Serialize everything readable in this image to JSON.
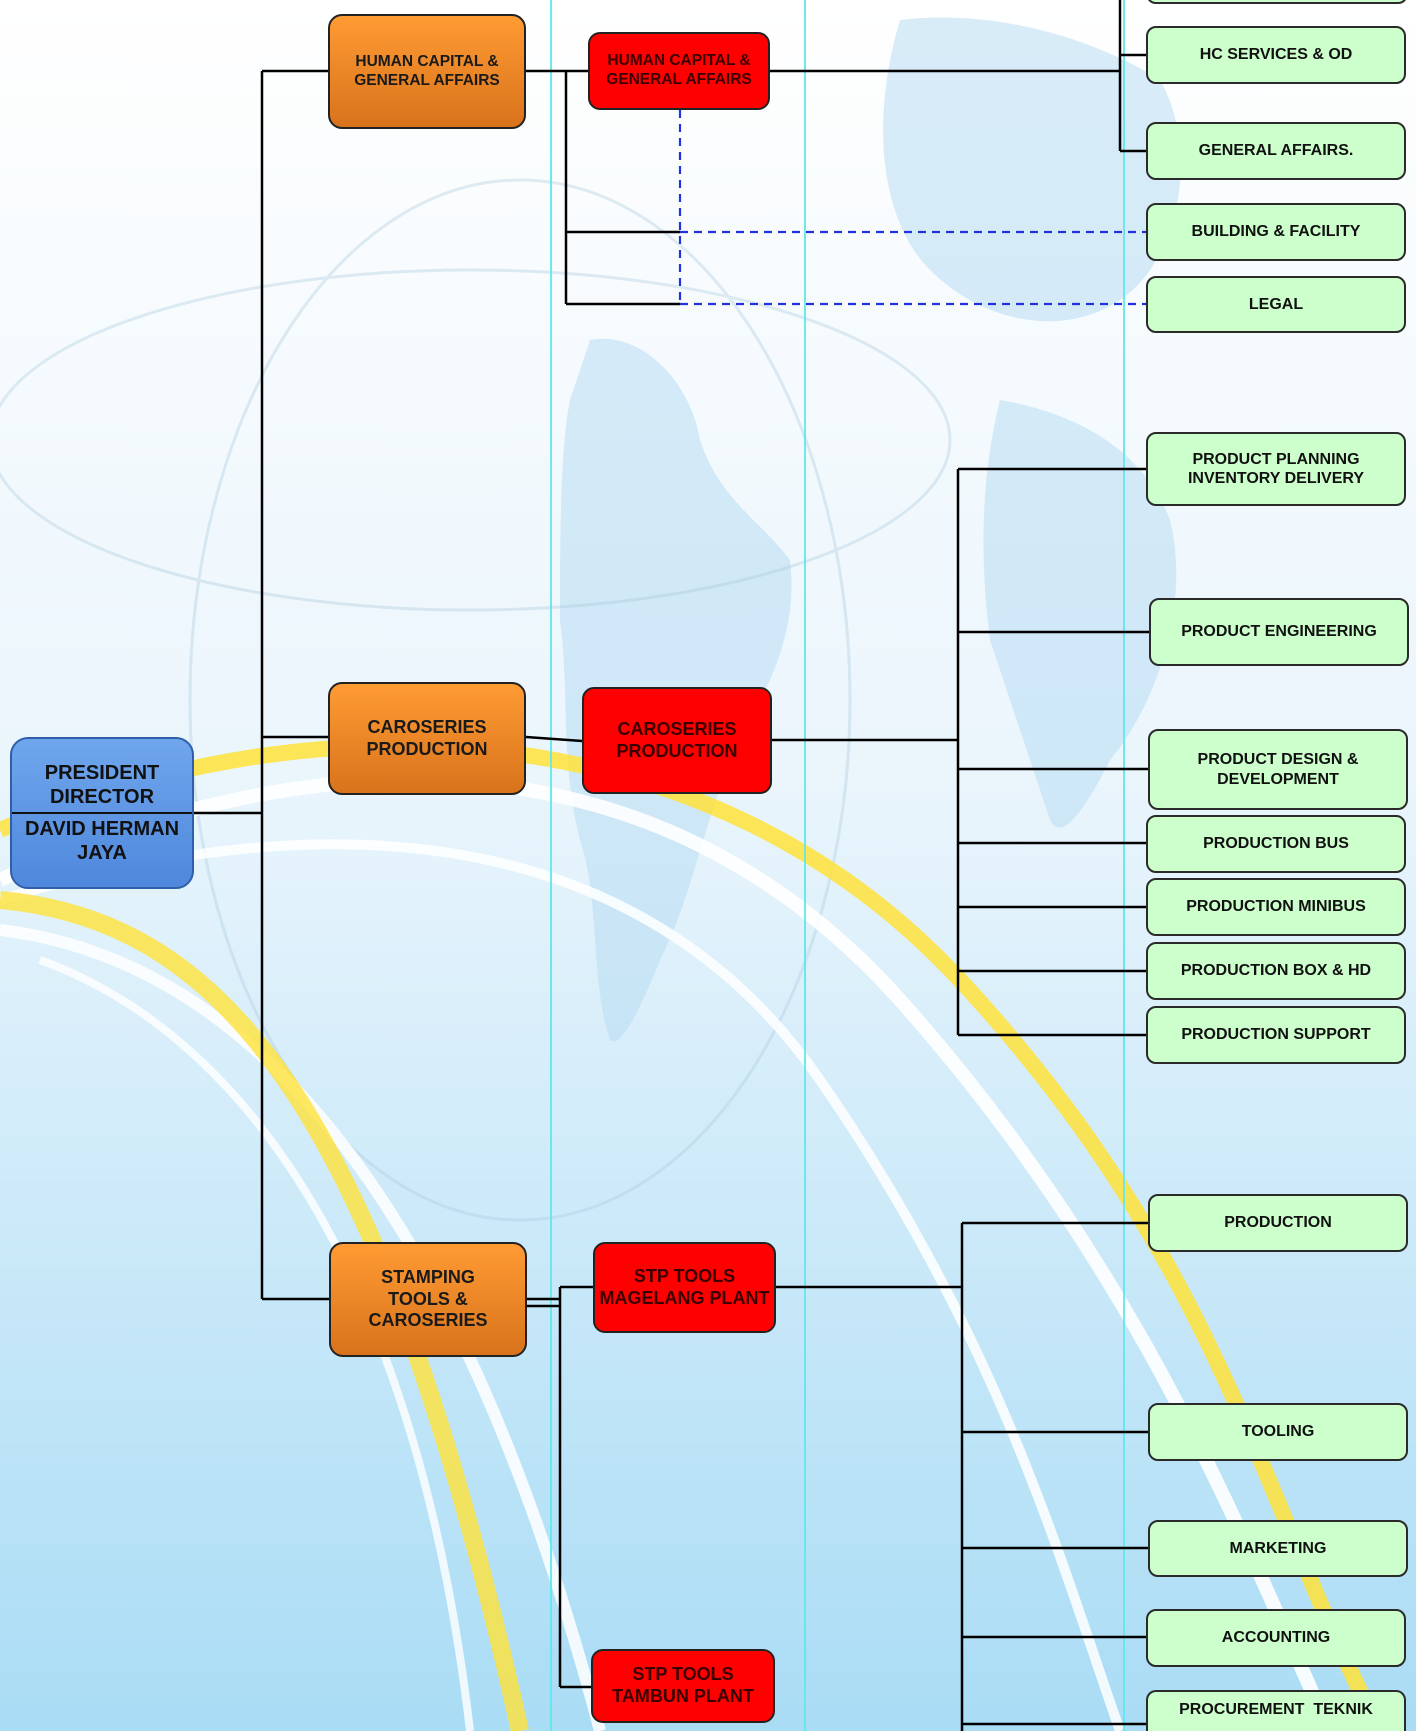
{
  "president": {
    "title": "PRESIDENT DIRECTOR",
    "name": "DAVID HERMAN JAYA"
  },
  "divisions": [
    {
      "label": "HUMAN CAPITAL & GENERAL AFFAIRS"
    },
    {
      "label": "CAROSERIES PRODUCTION"
    },
    {
      "label": "STAMPING TOOLS & CAROSERIES"
    }
  ],
  "units": [
    {
      "label": "HUMAN CAPITAL & GENERAL AFFAIRS"
    },
    {
      "label": "CAROSERIES PRODUCTION"
    },
    {
      "label": "STP TOOLS MAGELANG PLANT"
    },
    {
      "label": "STP TOOLS TAMBUN PLANT"
    }
  ],
  "departments": [
    {
      "label": "HC SERVICES & OD"
    },
    {
      "label": "GENERAL AFFAIRS."
    },
    {
      "label": "BUILDING & FACILITY"
    },
    {
      "label": "LEGAL"
    },
    {
      "label": "PRODUCT PLANNING INVENTORY DELIVERY"
    },
    {
      "label": "PRODUCT ENGINEERING"
    },
    {
      "label": "PRODUCT DESIGN & DEVELOPMENT"
    },
    {
      "label": "PRODUCTION BUS"
    },
    {
      "label": "PRODUCTION MINIBUS"
    },
    {
      "label": "PRODUCTION BOX & HD"
    },
    {
      "label": "PRODUCTION SUPPORT"
    },
    {
      "label": "PRODUCTION"
    },
    {
      "label": "TOOLING"
    },
    {
      "label": "MARKETING"
    },
    {
      "label": "ACCOUNTING"
    },
    {
      "label": "PROCUREMENT  TEKNIK"
    }
  ],
  "colors": {
    "president": "#5b95e6",
    "division": "#f08a2a",
    "unit": "#ff0000",
    "department": "#ccffcc",
    "connector": "#000000",
    "dotted_connector": "#2233dd"
  }
}
